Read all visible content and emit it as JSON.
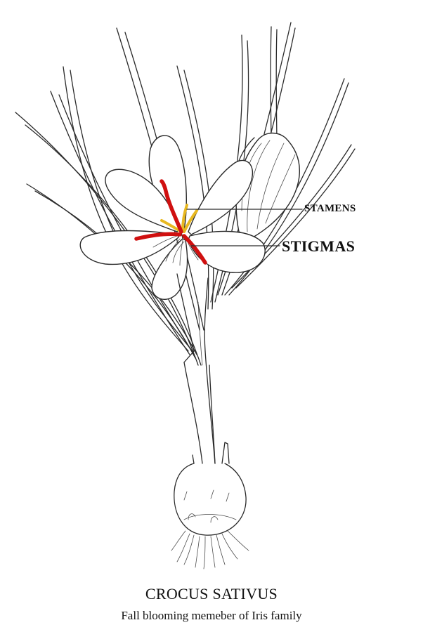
{
  "labels": {
    "stamens": "STAMENS",
    "stigmas": "STIGMAS"
  },
  "caption": {
    "title": "CROCUS SATIVUS",
    "subtitle": "Fall blooming  memeber of Iris family"
  },
  "colors": {
    "stigma": "#d01010",
    "stamen": "#e8b820",
    "ink": "#2a2a2a"
  }
}
